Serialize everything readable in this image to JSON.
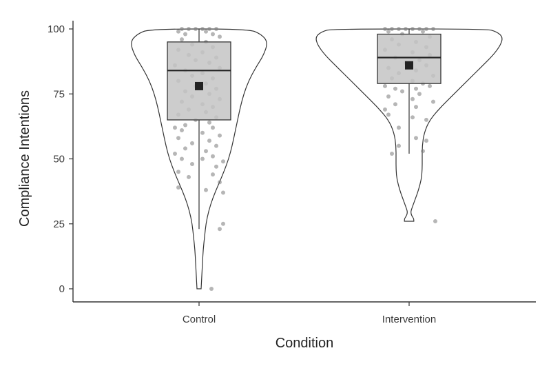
{
  "chart_data": {
    "type": "violin",
    "xlabel": "Condition",
    "ylabel": "Compliance Intentions",
    "categories": [
      "Control",
      "Intervention"
    ],
    "ylim": [
      0,
      100
    ],
    "yticks": [
      0,
      25,
      50,
      75,
      100
    ],
    "grid": false,
    "legend": "none",
    "colors": {
      "box_fill": "#c4c4c4",
      "outline": "#333333",
      "mean_marker": "#222222",
      "points": "#7a7a7a",
      "axis": "#333333"
    },
    "groups": [
      {
        "name": "Control",
        "box": {
          "min": 23,
          "q1": 65,
          "median": 84,
          "q3": 95,
          "max": 100
        },
        "mean": 78,
        "violin": {
          "y": [
            0,
            5,
            10,
            15,
            20,
            25,
            30,
            35,
            40,
            45,
            50,
            55,
            60,
            65,
            70,
            75,
            80,
            85,
            90,
            95,
            98,
            100
          ],
          "width": [
            0.03,
            0.04,
            0.05,
            0.06,
            0.08,
            0.1,
            0.14,
            0.2,
            0.28,
            0.36,
            0.43,
            0.48,
            0.52,
            0.56,
            0.6,
            0.65,
            0.72,
            0.82,
            0.94,
            1.0,
            0.9,
            0.72
          ]
        },
        "points": [
          [
            -0.25,
            100
          ],
          [
            -0.15,
            100
          ],
          [
            -0.05,
            100
          ],
          [
            0.05,
            100
          ],
          [
            0.15,
            100
          ],
          [
            0.25,
            100
          ],
          [
            -0.3,
            99
          ],
          [
            0.1,
            99
          ],
          [
            -0.2,
            98
          ],
          [
            0.2,
            98
          ],
          [
            0.3,
            97
          ],
          [
            -0.25,
            96
          ],
          [
            0.1,
            95
          ],
          [
            -0.1,
            94
          ],
          [
            0.2,
            93
          ],
          [
            -0.3,
            92
          ],
          [
            0.05,
            91
          ],
          [
            -0.15,
            90
          ],
          [
            0.25,
            89
          ],
          [
            -0.05,
            88
          ],
          [
            0.15,
            87
          ],
          [
            -0.35,
            86
          ],
          [
            0.3,
            85
          ],
          [
            -0.2,
            84
          ],
          [
            0.05,
            83
          ],
          [
            -0.1,
            82
          ],
          [
            0.2,
            81
          ],
          [
            -0.3,
            80
          ],
          [
            0.1,
            79
          ],
          [
            -0.05,
            78
          ],
          [
            0.25,
            77
          ],
          [
            -0.2,
            76
          ],
          [
            0.15,
            75
          ],
          [
            -0.1,
            74
          ],
          [
            0.3,
            73
          ],
          [
            -0.25,
            72
          ],
          [
            0.05,
            71
          ],
          [
            0.2,
            70
          ],
          [
            -0.15,
            69
          ],
          [
            0.1,
            68
          ],
          [
            -0.3,
            67
          ],
          [
            0.25,
            66
          ],
          [
            -0.05,
            65
          ],
          [
            0.15,
            64
          ],
          [
            -0.2,
            63
          ],
          [
            -0.35,
            62
          ],
          [
            0.2,
            62
          ],
          [
            -0.25,
            61
          ],
          [
            0.05,
            60
          ],
          [
            0.3,
            59
          ],
          [
            -0.3,
            58
          ],
          [
            0.15,
            57
          ],
          [
            -0.1,
            56
          ],
          [
            0.25,
            55
          ],
          [
            -0.2,
            54
          ],
          [
            0.1,
            53
          ],
          [
            -0.35,
            52
          ],
          [
            0.2,
            51
          ],
          [
            -0.25,
            50
          ],
          [
            0.05,
            50
          ],
          [
            0.35,
            49
          ],
          [
            -0.1,
            48
          ],
          [
            0.25,
            47
          ],
          [
            -0.3,
            45
          ],
          [
            0.2,
            44
          ],
          [
            -0.15,
            43
          ],
          [
            0.3,
            41
          ],
          [
            -0.3,
            39
          ],
          [
            0.1,
            38
          ],
          [
            0.35,
            37
          ],
          [
            0.35,
            25
          ],
          [
            0.3,
            23
          ],
          [
            0.18,
            0
          ]
        ]
      },
      {
        "name": "Intervention",
        "box": {
          "min": 52,
          "q1": 79,
          "median": 89,
          "q3": 98,
          "max": 100
        },
        "mean": 86,
        "violin": {
          "y": [
            26,
            27,
            28,
            29,
            30,
            32,
            35,
            38,
            42,
            46,
            50,
            55,
            60,
            65,
            70,
            75,
            80,
            85,
            90,
            94,
            97,
            99,
            100
          ],
          "width": [
            0.05,
            0.05,
            0.03,
            0.02,
            0.02,
            0.04,
            0.07,
            0.1,
            0.13,
            0.14,
            0.14,
            0.14,
            0.16,
            0.22,
            0.34,
            0.48,
            0.62,
            0.76,
            0.9,
            0.98,
            1.0,
            0.93,
            0.83
          ]
        },
        "points": [
          [
            -0.35,
            100
          ],
          [
            -0.25,
            100
          ],
          [
            -0.15,
            100
          ],
          [
            -0.05,
            100
          ],
          [
            0.05,
            100
          ],
          [
            0.15,
            100
          ],
          [
            0.25,
            100
          ],
          [
            0.35,
            100
          ],
          [
            -0.3,
            99
          ],
          [
            0.2,
            99
          ],
          [
            -0.1,
            98
          ],
          [
            0.3,
            97
          ],
          [
            -0.25,
            96
          ],
          [
            0.1,
            95
          ],
          [
            -0.15,
            94
          ],
          [
            0.25,
            93
          ],
          [
            -0.35,
            92
          ],
          [
            0.05,
            91
          ],
          [
            0.3,
            90
          ],
          [
            -0.2,
            89
          ],
          [
            0.15,
            88
          ],
          [
            -0.05,
            87
          ],
          [
            0.25,
            86
          ],
          [
            -0.3,
            85
          ],
          [
            0.1,
            84
          ],
          [
            -0.15,
            83
          ],
          [
            0.35,
            82
          ],
          [
            -0.25,
            81
          ],
          [
            0.05,
            80
          ],
          [
            0.2,
            79
          ],
          [
            -0.35,
            78
          ],
          [
            0.3,
            78
          ],
          [
            -0.2,
            77
          ],
          [
            0.1,
            77
          ],
          [
            -0.1,
            76
          ],
          [
            0.15,
            75
          ],
          [
            -0.3,
            74
          ],
          [
            0.05,
            73
          ],
          [
            0.35,
            72
          ],
          [
            -0.2,
            71
          ],
          [
            0.1,
            70
          ],
          [
            -0.35,
            69
          ],
          [
            -0.3,
            67
          ],
          [
            0.05,
            66
          ],
          [
            0.25,
            65
          ],
          [
            -0.15,
            62
          ],
          [
            0.1,
            58
          ],
          [
            0.25,
            57
          ],
          [
            -0.15,
            55
          ],
          [
            0.2,
            53
          ],
          [
            -0.25,
            52
          ],
          [
            0.38,
            26
          ]
        ]
      }
    ]
  }
}
